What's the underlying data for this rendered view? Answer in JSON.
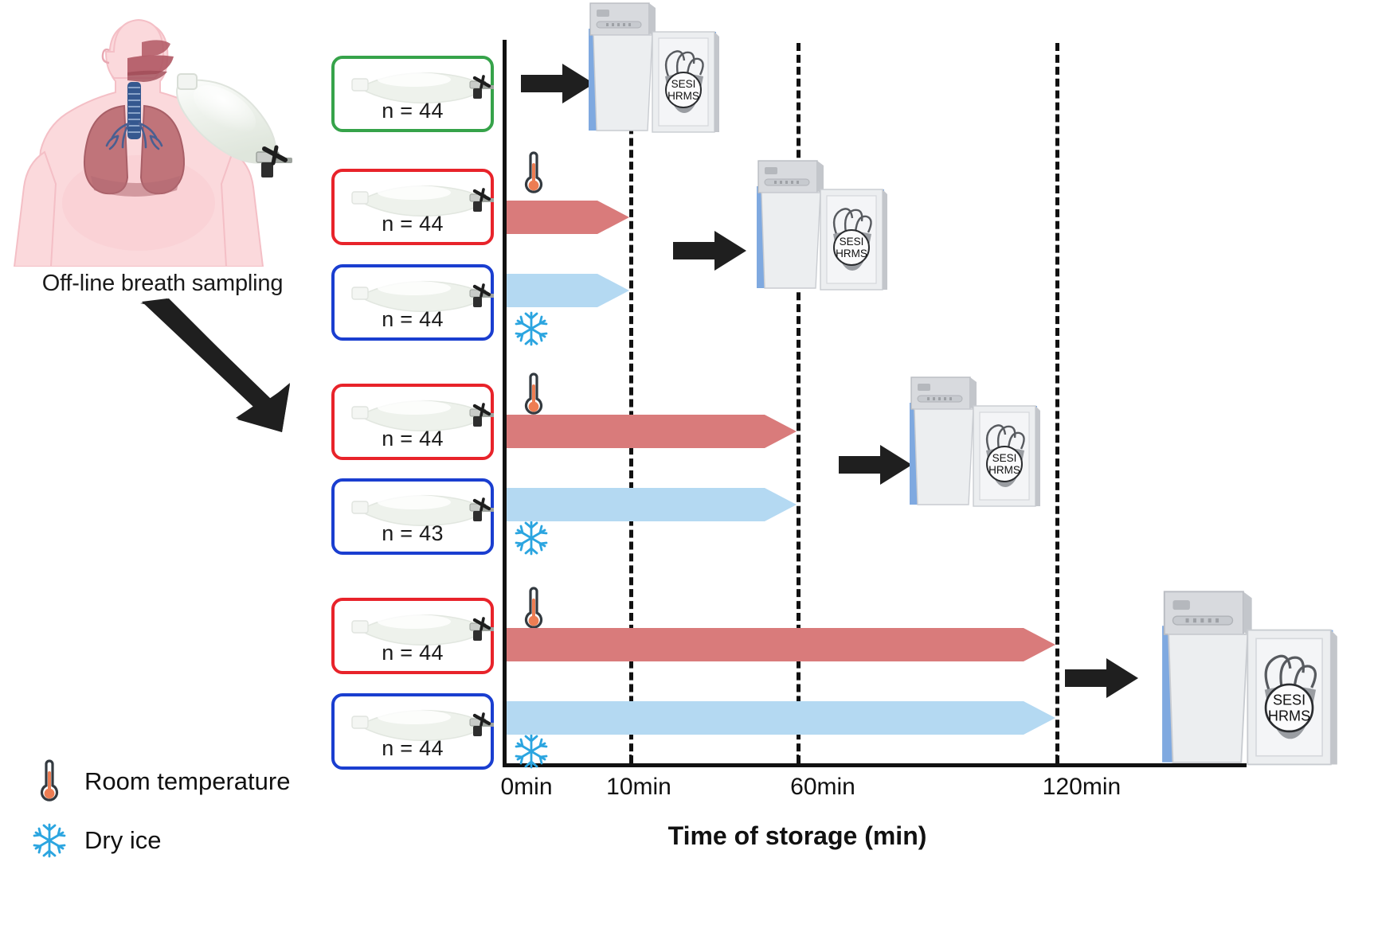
{
  "left_panel": {
    "caption": "Off-line breath sampling",
    "figure_name": "human-torso-with-lungs-and-breath-bag",
    "arrow_name": "downward-flow-arrow"
  },
  "legend": {
    "items": [
      {
        "icon": "thermometer-icon",
        "label": "Room temperature",
        "color": "#ed7d53"
      },
      {
        "icon": "snowflake-icon",
        "label": "Dry ice",
        "color": "#2ba5e0"
      }
    ]
  },
  "colors": {
    "green_border": "#36a34a",
    "red_border": "#e8232a",
    "blue_border": "#1a3ed0",
    "warm_bar": "#d97b7b",
    "cold_bar": "#b4d9f2",
    "axis": "#111111",
    "instrument_blue": "#7fa9e0",
    "instrument_grey": "#d8dade"
  },
  "bag_groups": [
    {
      "id": "baseline",
      "border": "green",
      "n_label": "n = 44",
      "condition": null
    },
    {
      "id": "rt-10min",
      "border": "red",
      "n_label": "n = 44",
      "condition": "room"
    },
    {
      "id": "dry-10min",
      "border": "blue",
      "n_label": "n = 44",
      "condition": "dry"
    },
    {
      "id": "rt-60min",
      "border": "red",
      "n_label": "n = 44",
      "condition": "room"
    },
    {
      "id": "dry-60min",
      "border": "blue",
      "n_label": "n = 43",
      "condition": "dry"
    },
    {
      "id": "rt-120min",
      "border": "red",
      "n_label": "n = 44",
      "condition": "room"
    },
    {
      "id": "dry-120min",
      "border": "blue",
      "n_label": "n = 44",
      "condition": "dry"
    }
  ],
  "instrument": {
    "label_line1": "SESI",
    "label_line2": "HRMS",
    "count": 4
  },
  "chart_data": {
    "type": "bar",
    "orientation": "horizontal",
    "title": "",
    "xlabel": "Time of storage (min)",
    "ylabel": "",
    "xlim": [
      0,
      140
    ],
    "x_ticks": [
      0,
      10,
      60,
      120
    ],
    "x_tick_labels": [
      "0min",
      "10min",
      "60min",
      "120min"
    ],
    "gridlines_dashed_at": [
      10,
      60,
      120
    ],
    "grid": true,
    "legend_position": "bottom-left",
    "series": [
      {
        "name": "Room temperature",
        "color": "#d97b7b",
        "condition": "room"
      },
      {
        "name": "Dry ice",
        "color": "#b4d9f2",
        "condition": "dry"
      }
    ],
    "bars": [
      {
        "group": "baseline",
        "condition": "none",
        "start": 0,
        "end": 0,
        "n": 44,
        "analysed_at": 0,
        "has_bar": false
      },
      {
        "group": "rt-10min",
        "condition": "room",
        "start": 0,
        "end": 10,
        "n": 44,
        "analysed_at": 10,
        "has_bar": true
      },
      {
        "group": "dry-10min",
        "condition": "dry",
        "start": 0,
        "end": 10,
        "n": 44,
        "analysed_at": 10,
        "has_bar": true
      },
      {
        "group": "rt-60min",
        "condition": "room",
        "start": 0,
        "end": 60,
        "n": 44,
        "analysed_at": 60,
        "has_bar": true
      },
      {
        "group": "dry-60min",
        "condition": "dry",
        "start": 0,
        "end": 60,
        "n": 43,
        "analysed_at": 60,
        "has_bar": true
      },
      {
        "group": "rt-120min",
        "condition": "room",
        "start": 0,
        "end": 120,
        "n": 44,
        "analysed_at": 120,
        "has_bar": true
      },
      {
        "group": "dry-120min",
        "condition": "dry",
        "start": 0,
        "end": 120,
        "n": 44,
        "analysed_at": 120,
        "has_bar": true
      }
    ],
    "analysis_points": [
      0,
      10,
      60,
      120
    ]
  }
}
